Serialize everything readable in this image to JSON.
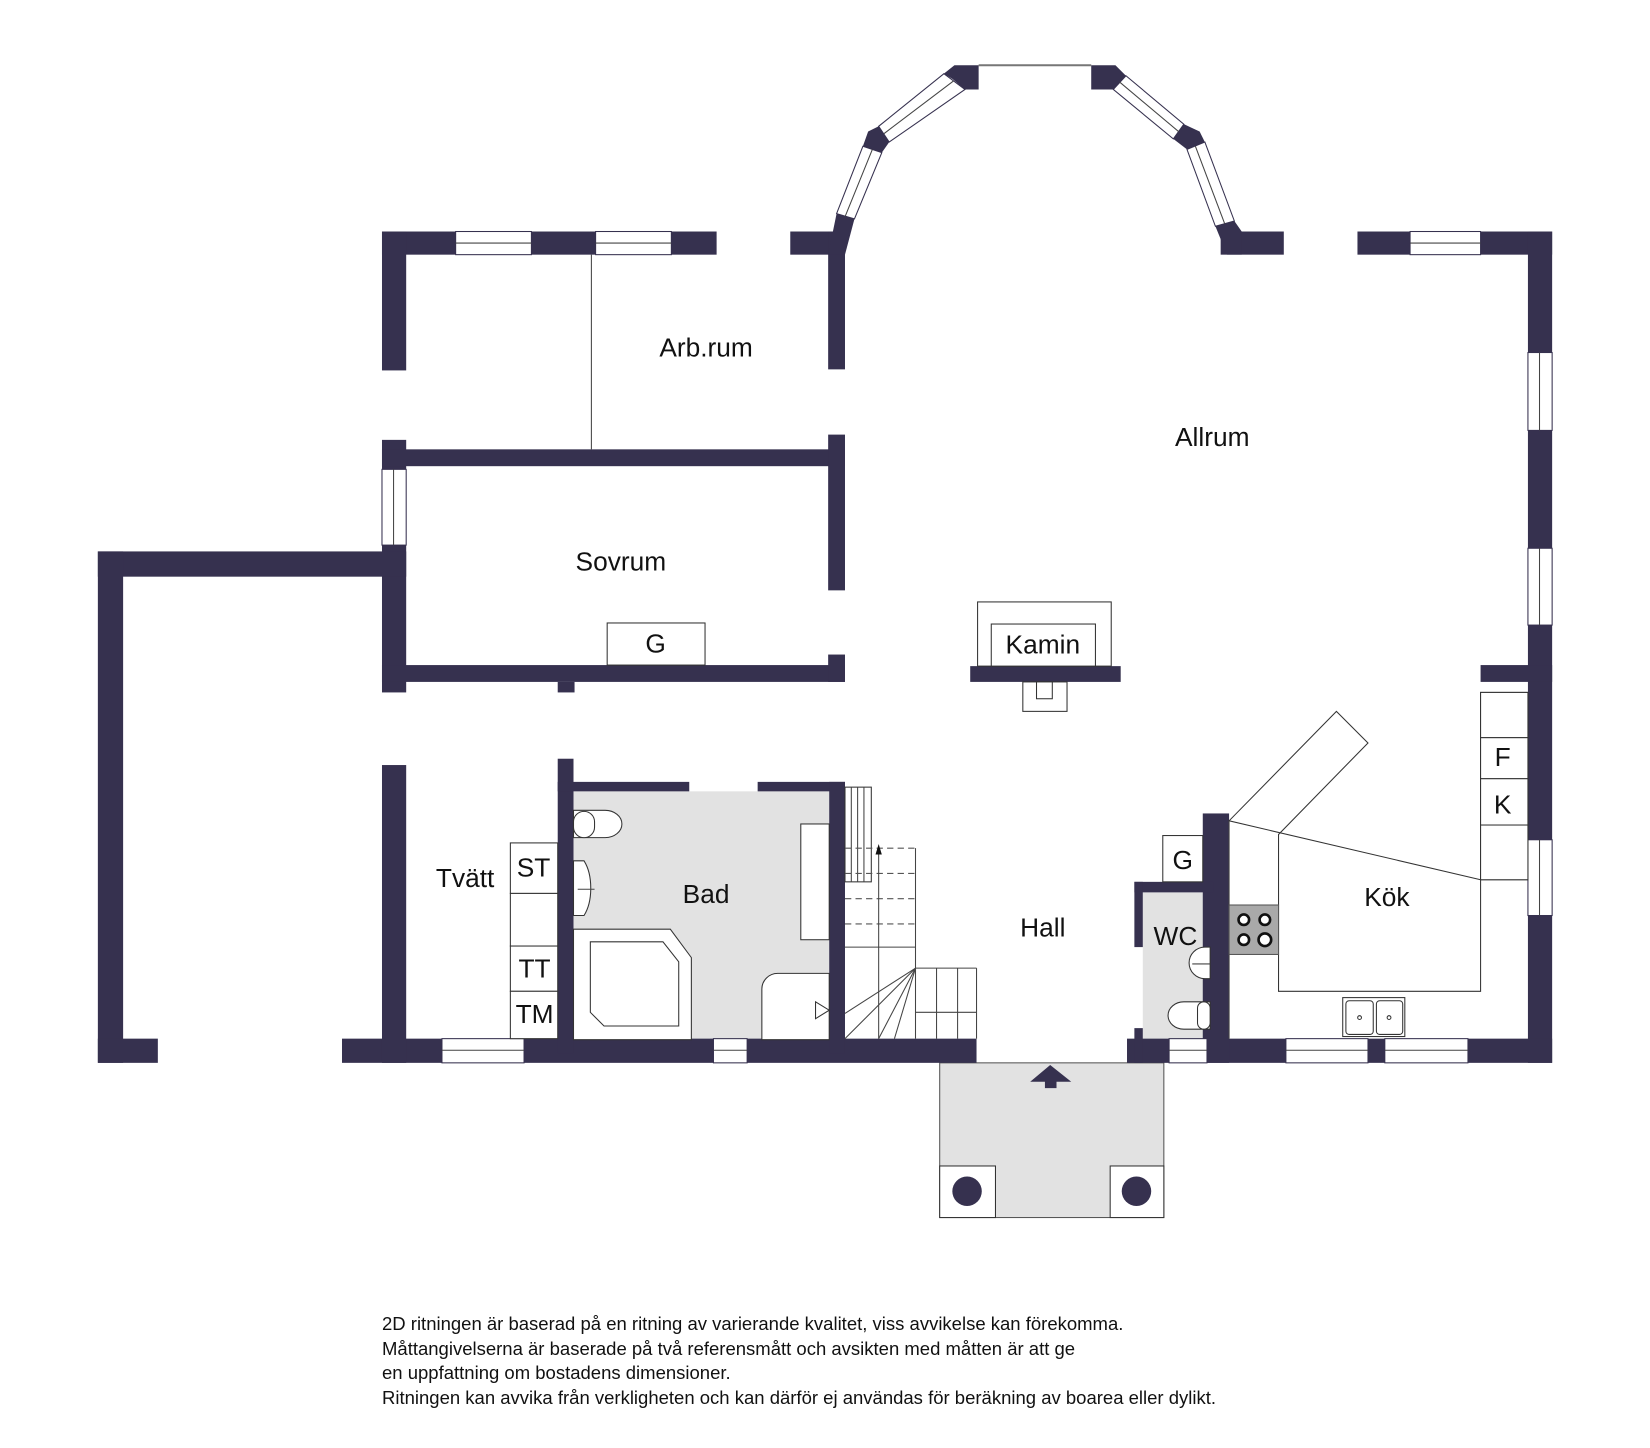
{
  "floorplan": {
    "wall_color": "#36314f",
    "wet_room_color": "#e2e2e2",
    "rooms": {
      "arb_rum": "Arb.rum",
      "allrum": "Allrum",
      "sovrum": "Sovrum",
      "kamin": "Kamin",
      "tvatt": "Tvätt",
      "bad": "Bad",
      "hall": "Hall",
      "wc": "WC",
      "kok": "Kök"
    },
    "fixtures": {
      "sovrum_wardrobe": "G",
      "hall_wardrobe": "G",
      "fridge": "F",
      "freezer": "K",
      "drying_cabinet": "ST",
      "tumble_dryer": "TT",
      "washing_machine": "TM"
    },
    "icons": [
      "entrance-arrow-icon",
      "stove-icon",
      "sink-icon",
      "toilet-icon",
      "bathtub-icon",
      "staircase-icon",
      "pillar-icon"
    ]
  },
  "disclaimer": {
    "lines": [
      "2D ritningen är baserad på en ritning av varierande kvalitet, viss avvikelse kan förekomma.",
      "Måttangivelserna är baserade på två referensmått och avsikten med måtten är att ge",
      "en uppfattning om bostadens dimensioner.",
      "Ritningen kan avvika från verkligheten och kan därför ej användas för beräkning av boarea eller dylikt."
    ]
  }
}
